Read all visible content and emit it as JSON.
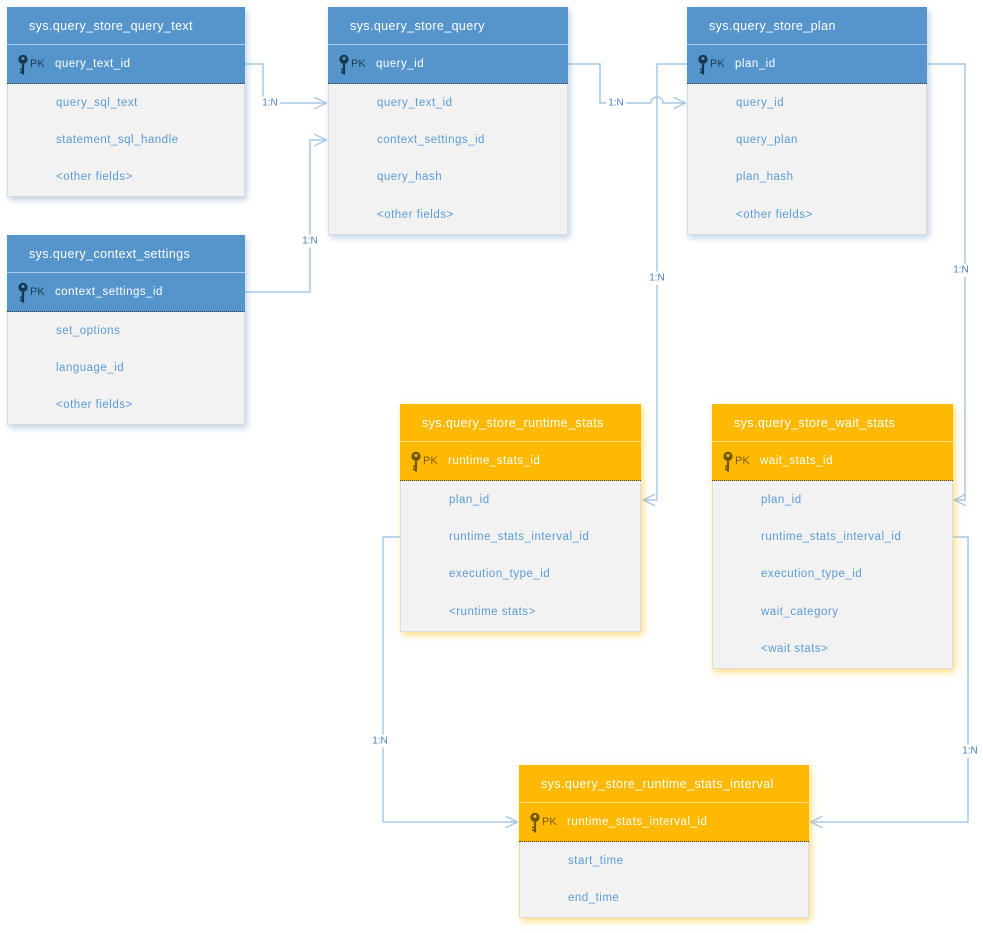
{
  "diagram": {
    "tables": [
      {
        "id": "query_store_query_text",
        "theme": "blue",
        "title": "sys.query_store_query_text",
        "pk_label": "PK",
        "pk_field": "query_text_id",
        "fields": [
          "query_sql_text",
          "statement_sql_handle",
          "<other fields>"
        ]
      },
      {
        "id": "query_store_query",
        "theme": "blue",
        "title": "sys.query_store_query",
        "pk_label": "PK",
        "pk_field": "query_id",
        "fields": [
          "query_text_id",
          "context_settings_id",
          "query_hash",
          "<other fields>"
        ]
      },
      {
        "id": "query_store_plan",
        "theme": "blue",
        "title": "sys.query_store_plan",
        "pk_label": "PK",
        "pk_field": "plan_id",
        "fields": [
          "query_id",
          "query_plan",
          "plan_hash",
          "<other fields>"
        ]
      },
      {
        "id": "query_context_settings",
        "theme": "blue",
        "title": "sys.query_context_settings",
        "pk_label": "PK",
        "pk_field": "context_settings_id",
        "fields": [
          "set_options",
          "language_id",
          "<other fields>"
        ]
      },
      {
        "id": "query_store_runtime_stats",
        "theme": "orange",
        "title": "sys.query_store_runtime_stats",
        "pk_label": "PK",
        "pk_field": "runtime_stats_id",
        "fields": [
          "plan_id",
          "runtime_stats_interval_id",
          "execution_type_id",
          "<runtime stats>"
        ]
      },
      {
        "id": "query_store_wait_stats",
        "theme": "orange",
        "title": "sys.query_store_wait_stats",
        "pk_label": "PK",
        "pk_field": "wait_stats_id",
        "fields": [
          "plan_id",
          "runtime_stats_interval_id",
          "execution_type_id",
          "wait_category",
          "<wait stats>"
        ]
      },
      {
        "id": "query_store_runtime_stats_interval",
        "theme": "orange",
        "title": "sys.query_store_runtime_stats_interval",
        "pk_label": "PK",
        "pk_field": "runtime_stats_interval_id",
        "fields": [
          "start_time",
          "end_time"
        ]
      }
    ],
    "relationships": [
      {
        "label": "1:N",
        "from": "sys.query_store_query_text.query_text_id",
        "to": "sys.query_store_query.query_text_id"
      },
      {
        "label": "1:N",
        "from": "sys.query_context_settings.context_settings_id",
        "to": "sys.query_store_query.context_settings_id"
      },
      {
        "label": "1:N",
        "from": "sys.query_store_query.query_id",
        "to": "sys.query_store_plan.query_id"
      },
      {
        "label": "1:N",
        "from": "sys.query_store_plan.plan_id",
        "to": "sys.query_store_runtime_stats.plan_id"
      },
      {
        "label": "1:N",
        "from": "sys.query_store_plan.plan_id",
        "to": "sys.query_store_wait_stats.plan_id"
      },
      {
        "label": "1:N",
        "from": "sys.query_store_runtime_stats.runtime_stats_interval_id",
        "to": "sys.query_store_runtime_stats_interval.runtime_stats_interval_id"
      },
      {
        "label": "1:N",
        "from": "sys.query_store_wait_stats.runtime_stats_interval_id",
        "to": "sys.query_store_runtime_stats_interval.runtime_stats_interval_id"
      }
    ],
    "colors": {
      "blue_header": "#5694CC",
      "orange_header": "#FFB900",
      "body_bg": "#F2F2F2",
      "field_text": "#5B9BD5",
      "connector": "#A8C8E6",
      "label_text": "#4A7EBE",
      "pk_icon_blue": "#16374E",
      "pk_icon_orange": "#6E5510"
    }
  }
}
